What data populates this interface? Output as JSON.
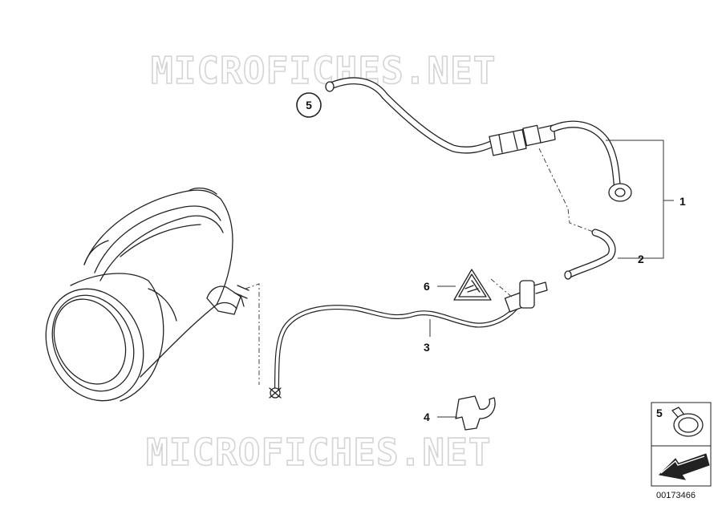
{
  "watermarks": [
    "MICROFICHES.NET",
    "MICROFICHES.NET"
  ],
  "callouts": [
    "1",
    "2",
    "3",
    "4",
    "5",
    "6"
  ],
  "legend": {
    "number": "5"
  },
  "doc_number": "00173466"
}
